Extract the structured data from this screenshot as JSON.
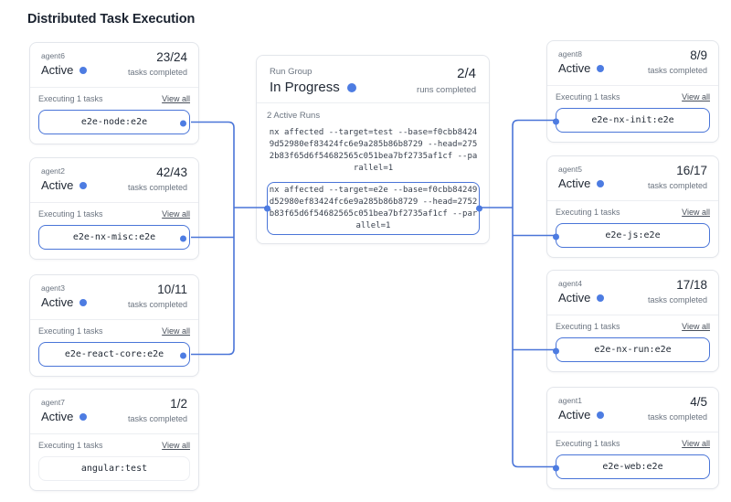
{
  "page": {
    "title": "Distributed Task Execution"
  },
  "labels": {
    "status_active": "Active",
    "tasks_caption": "tasks completed",
    "executing": "Executing 1 tasks",
    "view_all": "View all"
  },
  "run_group": {
    "label": "Run Group",
    "status": "In Progress",
    "fraction": "2/4",
    "caption": "runs completed",
    "active_runs": "2 Active Runs",
    "runs": [
      {
        "command": "nx affected --target=test --base=f0cbb84249d52980ef83424fc6e9a285b86b8729 --head=2752b83f65d6f54682565c051bea7bf2735af1cf --parallel=1",
        "highlighted": false
      },
      {
        "command": "nx affected --target=e2e --base=f0cbb84249d52980ef83424fc6e9a285b86b8729 --head=2752b83f65d6f54682565c051bea7bf2735af1cf --parallel=1",
        "highlighted": true
      }
    ]
  },
  "agents_left": [
    {
      "name": "agent6",
      "fraction": "23/24",
      "task": "e2e-node:e2e",
      "connected": true
    },
    {
      "name": "agent2",
      "fraction": "42/43",
      "task": "e2e-nx-misc:e2e",
      "connected": true
    },
    {
      "name": "agent3",
      "fraction": "10/11",
      "task": "e2e-react-core:e2e",
      "connected": true
    },
    {
      "name": "agent7",
      "fraction": "1/2",
      "task": "angular:test",
      "connected": false
    }
  ],
  "agents_right": [
    {
      "name": "agent8",
      "fraction": "8/9",
      "task": "e2e-nx-init:e2e",
      "connected": true
    },
    {
      "name": "agent5",
      "fraction": "16/17",
      "task": "e2e-js:e2e",
      "connected": true
    },
    {
      "name": "agent4",
      "fraction": "17/18",
      "task": "e2e-nx-run:e2e",
      "connected": true
    },
    {
      "name": "agent1",
      "fraction": "4/5",
      "task": "e2e-web:e2e",
      "connected": true
    }
  ],
  "colors": {
    "accent": "#4a75d8",
    "dot": "#4d7ce2",
    "card_border": "#e3e6eb",
    "text_dark": "#222a36",
    "text_gray": "#6b7480"
  }
}
